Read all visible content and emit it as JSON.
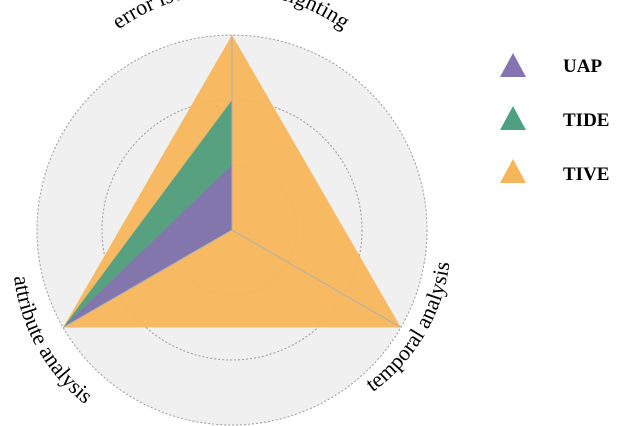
{
  "chart_data": {
    "type": "radar",
    "axes": [
      {
        "label": "error isolating & weighting"
      },
      {
        "label": "temporal analysis"
      },
      {
        "label": "attribute analysis"
      }
    ],
    "rmax": 3,
    "grid_levels": [
      1,
      2,
      3
    ],
    "grid": true,
    "legend_position": "right",
    "series": [
      {
        "name": "TIVE",
        "color": "#F7B55A",
        "values": [
          3,
          3,
          3
        ]
      },
      {
        "name": "TIDE",
        "color": "#4F9F82",
        "values": [
          2,
          0,
          3
        ]
      },
      {
        "name": "UAP",
        "color": "#8574AF",
        "values": [
          1,
          0,
          3
        ]
      }
    ],
    "legend_order": [
      "UAP",
      "TIDE",
      "TIVE"
    ]
  }
}
